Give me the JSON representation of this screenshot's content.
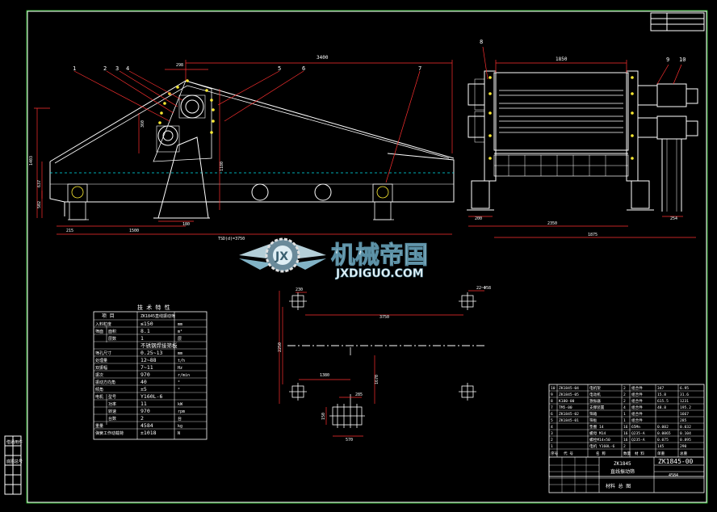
{
  "watermark": {
    "logo_letters": "JX",
    "cn_name": "机械帝国",
    "site": "JXDIGUO.COM"
  },
  "front_view": {
    "callouts": [
      "1",
      "2",
      "3",
      "4",
      "5",
      "6",
      "7"
    ],
    "dim_top": "3400",
    "dim_top_small": "298",
    "dim_height": "1403",
    "dim_h1": "637",
    "dim_h2": "502",
    "dim_mid1": "360",
    "dim_mid2": "1180",
    "dim_mid3": "180",
    "dim_base1": "215",
    "dim_base2": "1500",
    "dim_total": "TSD(d)=3750"
  },
  "side_view": {
    "callouts": [
      "8",
      "9",
      "10"
    ],
    "dim_top": "1850",
    "dim_left": "200",
    "dim_bottom": "2350",
    "dim_right": "1875",
    "dim_right_small": "254"
  },
  "foundation_plan": {
    "dim_a": "230",
    "dim_b": "22~Φ58",
    "dim_c": "3750",
    "dim_d": "2250",
    "dim_e": "1380",
    "dim_f": "1670",
    "dim_g": "285",
    "dim_h": "150",
    "dim_i": "570"
  },
  "spec_table": {
    "title": "技 术 特 性",
    "header": [
      "项 目",
      "ZK1845直线振动筛"
    ],
    "rows": [
      {
        "group": "入料粒度",
        "label": "",
        "value": "≤150",
        "unit": "mm"
      },
      {
        "group": "筛面",
        "label": "面积",
        "value": "8.1",
        "unit": "m²"
      },
      {
        "group": "",
        "label": "层数",
        "value": "1",
        "unit": "层"
      },
      {
        "group": "",
        "label": "",
        "value": "不锈钢焊接筛板",
        "unit": ""
      },
      {
        "group": "筛孔尺寸",
        "label": "",
        "value": "0.25~13",
        "unit": "mm"
      },
      {
        "group": "处理量",
        "label": "",
        "value": "12~88",
        "unit": "t/h"
      },
      {
        "group": "双振幅",
        "label": "",
        "value": "7~11",
        "unit": "Hz"
      },
      {
        "group": "振次",
        "label": "",
        "value": "970",
        "unit": "r/min"
      },
      {
        "group": "振动方向角",
        "label": "",
        "value": "40",
        "unit": "°"
      },
      {
        "group": "倾角",
        "label": "",
        "value": "±5",
        "unit": "°"
      },
      {
        "group": "电机",
        "label": "型号",
        "value": "Y160L-6",
        "unit": ""
      },
      {
        "group": "",
        "label": "功率",
        "value": "11",
        "unit": "kW"
      },
      {
        "group": "",
        "label": "转速",
        "value": "970",
        "unit": "rpm"
      },
      {
        "group": "",
        "label": "台数",
        "value": "2",
        "unit": "台"
      },
      {
        "group": "重量",
        "label": "",
        "value": "4584",
        "unit": "kg"
      },
      {
        "group": "弹簧工作动载荷",
        "label": "",
        "value": "±1018",
        "unit": "N"
      }
    ]
  },
  "parts_list": {
    "rows": [
      {
        "no": "10",
        "code": "ZK1845-04",
        "name": "电机架",
        "qty": "2",
        "mat": "组合件",
        "w1": "347",
        "w2": "6.95"
      },
      {
        "no": "9",
        "code": "ZK1845-05",
        "name": "电动机",
        "qty": "2",
        "mat": "组合件",
        "w1": "15.8",
        "w2": "31.6"
      },
      {
        "no": "8",
        "code": "K180-00",
        "name": "激振器",
        "qty": "2",
        "mat": "组合件",
        "w1": "615.5",
        "w2": "1231"
      },
      {
        "no": "7",
        "code": "TM5-00",
        "name": "支撑装置",
        "qty": "4",
        "mat": "组合件",
        "w1": "48.8",
        "w2": "195.2"
      },
      {
        "no": "6",
        "code": "ZK1845-02",
        "name": "筛箱",
        "qty": "1",
        "mat": "组合件",
        "w1": "",
        "w2": "1667"
      },
      {
        "no": "5",
        "code": "ZK1845-01",
        "name": "筛板",
        "qty": "1",
        "mat": "组合件",
        "w1": "",
        "w2": "285"
      },
      {
        "no": "4",
        "code": "",
        "name": "垫圈 14",
        "qty": "16",
        "mat": "65Mn",
        "w1": "0.002",
        "w2": "0.032"
      },
      {
        "no": "3",
        "code": "",
        "name": "螺母 M14",
        "qty": "16",
        "mat": "Q235-A",
        "w1": "0.0065",
        "w2": "0.104"
      },
      {
        "no": "2",
        "code": "",
        "name": "螺栓M14×50",
        "qty": "16",
        "mat": "Q235-A",
        "w1": "0.075",
        "w2": "0.895"
      },
      {
        "no": "1",
        "code": "",
        "name": "电机 Y160L-6",
        "qty": "2",
        "mat": "",
        "w1": "145",
        "w2": "290"
      }
    ],
    "header": [
      "序号",
      "代 号",
      "名 称",
      "数量",
      "材 料",
      "单重",
      "总重"
    ]
  },
  "title_block": {
    "name_en": "ZK1845",
    "name_cn": "直线振动筛",
    "drawing_no": "ZK1845-00",
    "weight": "4584",
    "company": "材料 总 图"
  },
  "revision_block": {
    "cells": [
      "借通用件",
      "",
      "底图总号",
      ""
    ]
  }
}
